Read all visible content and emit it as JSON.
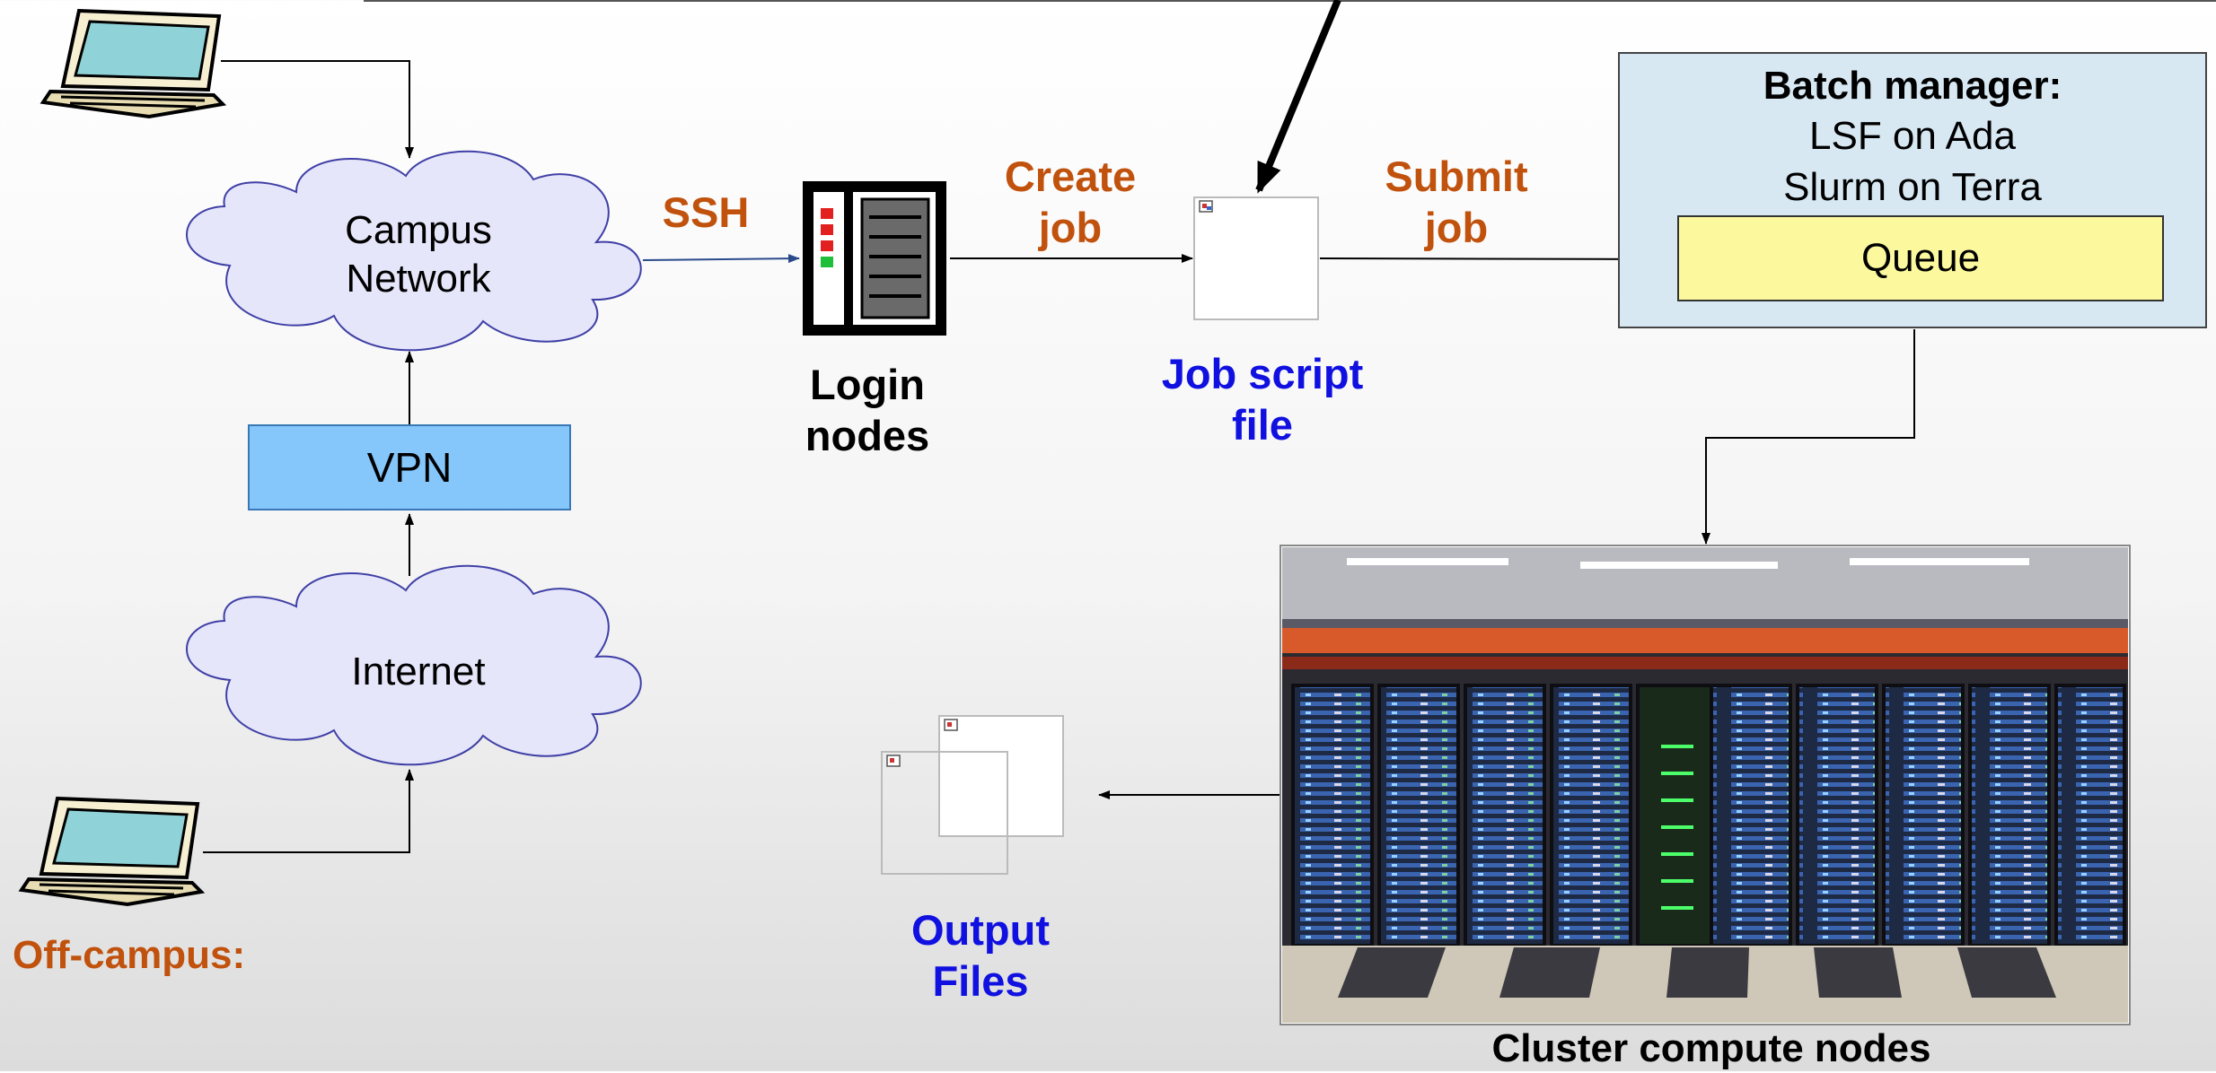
{
  "campus_network": {
    "line1": "Campus",
    "line2": "Network"
  },
  "internet": {
    "label": "Internet"
  },
  "vpn": {
    "label": "VPN"
  },
  "ssh": {
    "label": "SSH"
  },
  "login_nodes": {
    "line1": "Login",
    "line2": "nodes"
  },
  "create_job": {
    "line1": "Create",
    "line2": "job"
  },
  "job_script": {
    "line1": "Job script",
    "line2": "file"
  },
  "submit_job": {
    "line1": "Submit",
    "line2": "job"
  },
  "batch_manager": {
    "title": "Batch manager:",
    "line1": "LSF on Ada",
    "line2": "Slurm on Terra"
  },
  "queue": {
    "label": "Queue"
  },
  "output_files": {
    "line1": "Output",
    "line2": "Files"
  },
  "cluster": {
    "label": "Cluster compute nodes"
  },
  "off_campus": {
    "label": "Off-campus:"
  },
  "colors": {
    "accent_orange": "#c0520d",
    "accent_blue": "#1010e0",
    "vpn_fill": "#85c6fb",
    "queue_fill": "#fbf89d",
    "batch_fill": "#d7e8f3",
    "cloud_fill": "#e6e6fb"
  }
}
